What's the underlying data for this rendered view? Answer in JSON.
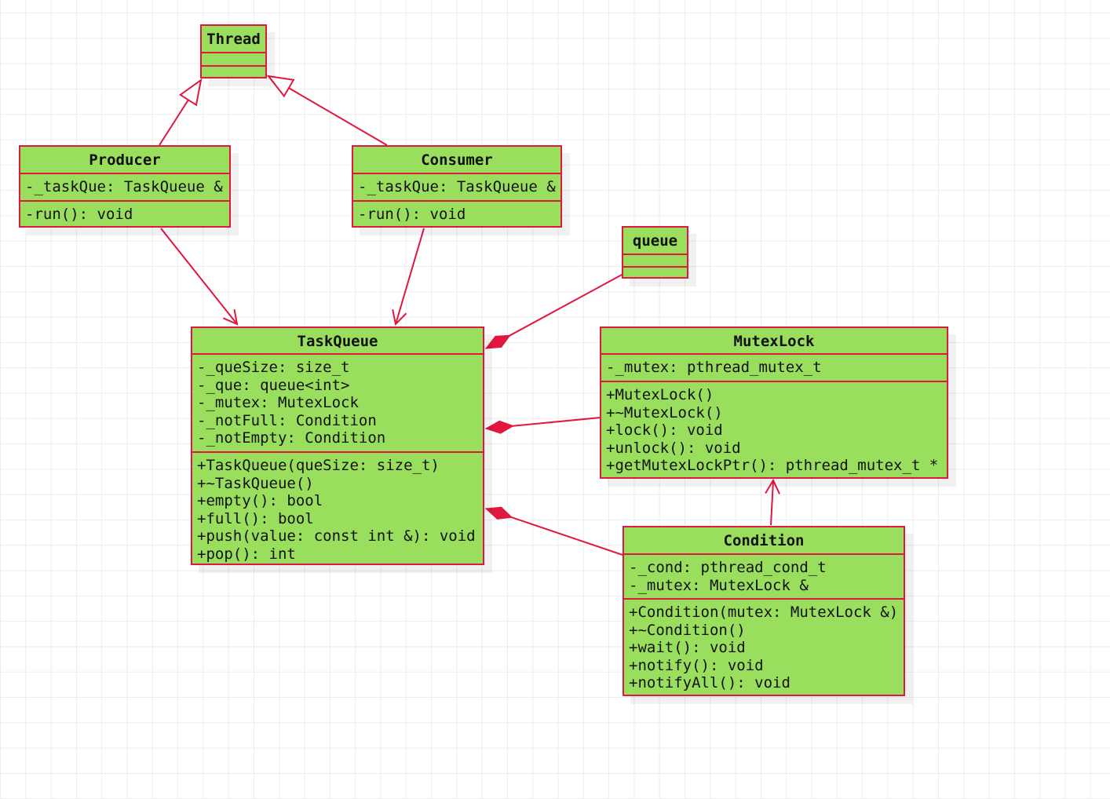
{
  "classes": {
    "thread": {
      "name": "Thread",
      "attributes": [],
      "methods": []
    },
    "producer": {
      "name": "Producer",
      "attributes": [
        "-_taskQue: TaskQueue &"
      ],
      "methods": [
        "-run(): void"
      ]
    },
    "consumer": {
      "name": "Consumer",
      "attributes": [
        "-_taskQue: TaskQueue &"
      ],
      "methods": [
        "-run(): void"
      ]
    },
    "queue": {
      "name": "queue",
      "attributes": [],
      "methods": []
    },
    "taskqueue": {
      "name": "TaskQueue",
      "attributes": [
        "-_queSize: size_t",
        "-_que: queue<int>",
        "-_mutex: MutexLock",
        "-_notFull: Condition",
        "-_notEmpty: Condition"
      ],
      "methods": [
        "+TaskQueue(queSize: size_t)",
        "+~TaskQueue()",
        "+empty(): bool",
        "+full(): bool",
        "+push(value: const int &): void",
        "+pop(): int"
      ]
    },
    "mutexlock": {
      "name": "MutexLock",
      "attributes": [
        "-_mutex: pthread_mutex_t"
      ],
      "methods": [
        "+MutexLock()",
        "+~MutexLock()",
        "+lock(): void",
        "+unlock(): void",
        "+getMutexLockPtr(): pthread_mutex_t *"
      ]
    },
    "condition": {
      "name": "Condition",
      "attributes": [
        "-_cond: pthread_cond_t",
        "-_mutex: MutexLock &"
      ],
      "methods": [
        "+Condition(mutex: MutexLock &)",
        "+~Condition()",
        "+wait(): void",
        "+notify(): void",
        "+notifyAll(): void"
      ]
    }
  },
  "relations": [
    {
      "from": "Producer",
      "to": "Thread",
      "type": "generalization"
    },
    {
      "from": "Consumer",
      "to": "Thread",
      "type": "generalization"
    },
    {
      "from": "Producer",
      "to": "TaskQueue",
      "type": "association"
    },
    {
      "from": "Consumer",
      "to": "TaskQueue",
      "type": "association"
    },
    {
      "from": "queue",
      "to": "TaskQueue",
      "type": "composition"
    },
    {
      "from": "MutexLock",
      "to": "TaskQueue",
      "type": "composition"
    },
    {
      "from": "Condition",
      "to": "TaskQueue",
      "type": "composition"
    },
    {
      "from": "Condition",
      "to": "MutexLock",
      "type": "association"
    }
  ],
  "colors": {
    "class_fill": "#9ADE5D",
    "stroke": "#E1173F",
    "text": "#111111",
    "grid_line": "#ECECEC",
    "background": "#FFFFFF"
  }
}
